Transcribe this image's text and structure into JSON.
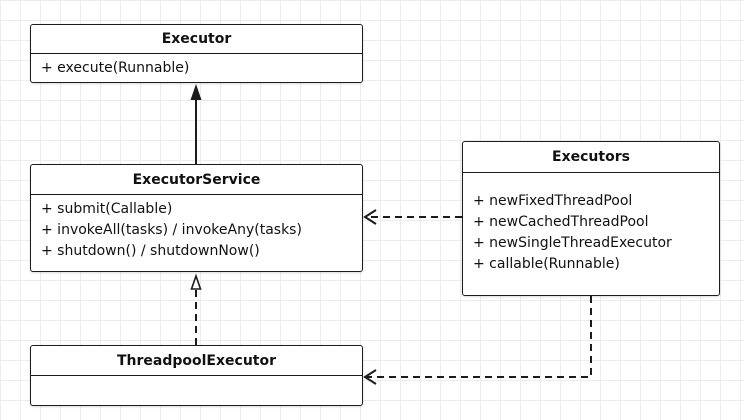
{
  "classes": {
    "executor": {
      "name": "Executor",
      "members": [
        "+ execute(Runnable)"
      ]
    },
    "executor_service": {
      "name": "ExecutorService",
      "members": [
        "+ submit(Callable)",
        "+ invokeAll(tasks) / invokeAny(tasks)",
        "+ shutdown() / shutdownNow()"
      ]
    },
    "executors": {
      "name": "Executors",
      "members": [
        "+ newFixedThreadPool",
        "+ newCachedThreadPool",
        "+ newSingleThreadExecutor",
        "+ callable(Runnable)"
      ]
    },
    "threadpool_executor": {
      "name": "ThreadpoolExecutor",
      "members": []
    }
  },
  "relations": [
    {
      "from": "executor_service",
      "to": "executor",
      "kind": "generalization",
      "line": "solid",
      "arrowhead": "filled-triangle"
    },
    {
      "from": "threadpool_executor",
      "to": "executor_service",
      "kind": "realization",
      "line": "dashed",
      "arrowhead": "hollow-triangle"
    },
    {
      "from": "executors",
      "to": "executor_service",
      "kind": "dependency",
      "line": "dashed",
      "arrowhead": "open-chevron"
    },
    {
      "from": "executors",
      "to": "threadpool_executor",
      "kind": "dependency",
      "line": "dashed",
      "arrowhead": "open-chevron"
    }
  ],
  "colors": {
    "line": "#1c1c1c",
    "box_fill": "#ffffff",
    "grid": "#ececec"
  }
}
